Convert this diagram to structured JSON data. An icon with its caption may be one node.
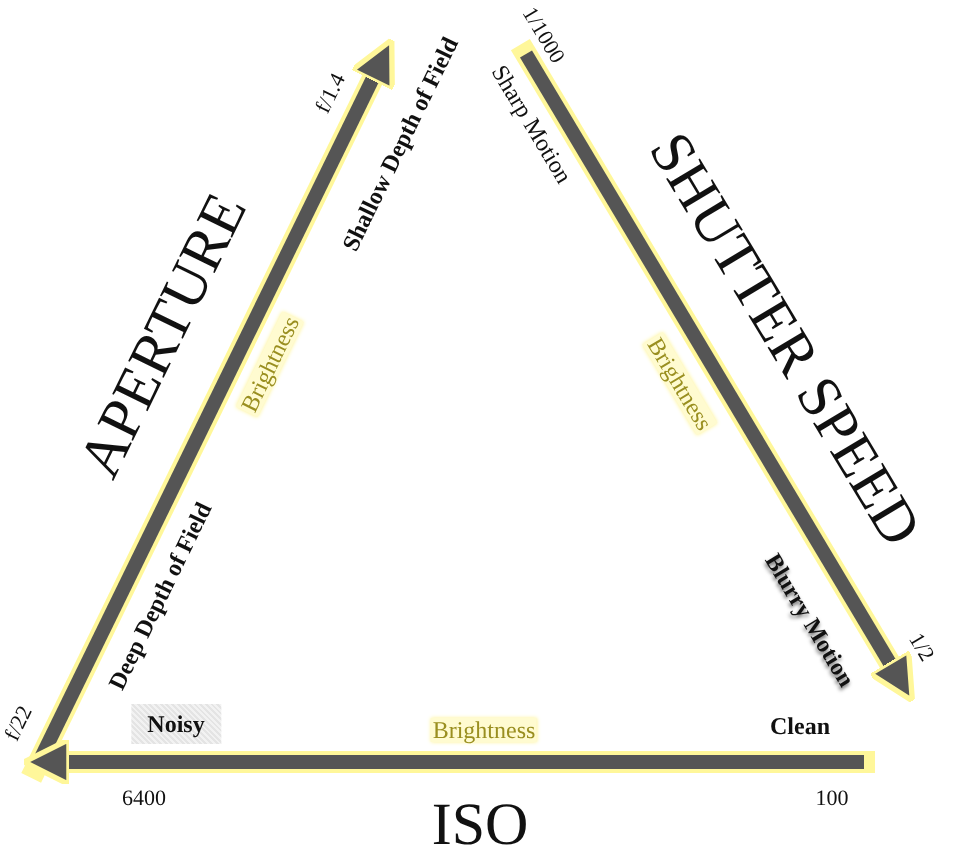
{
  "diagram": {
    "labels": [
      "APERTURE",
      "f/1.4",
      "Shallow Depth of Field",
      "1/1000",
      "Sharp Motion",
      "SHUTTER SPEED",
      "Brightness",
      "Brightness",
      "Deep Depth of Field",
      "f/22",
      "Blurry Motion",
      "1/2",
      "Noisy",
      "Brightness",
      "Clean",
      "6400",
      "100",
      "ISO"
    ]
  }
}
